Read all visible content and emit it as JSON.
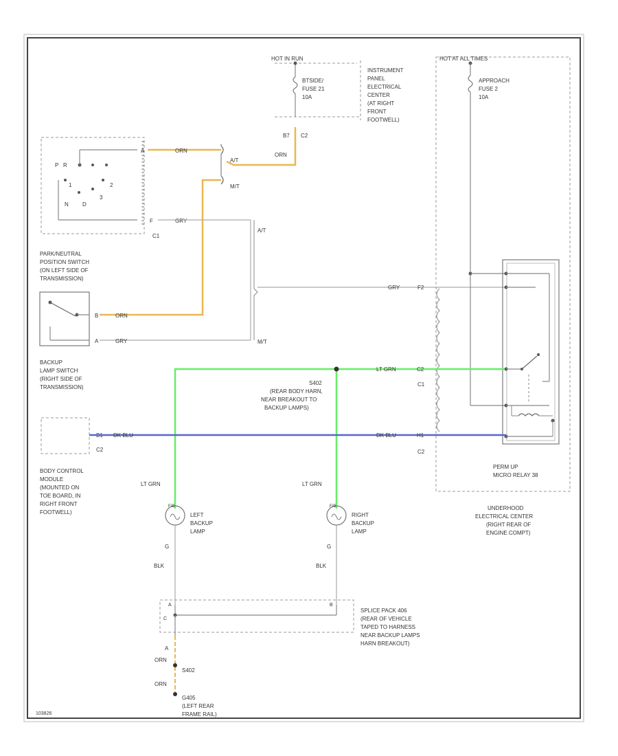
{
  "colors": {
    "wire": "#888888",
    "frame": "#444444",
    "orange": "#e8b850",
    "light_green": "#66ee66",
    "dark_blue": "#5566cc"
  },
  "top_left_source": {
    "header": "HOT IN RUN",
    "fuse_line1": "BTSIDE/",
    "fuse_line2": "FUSE 21",
    "fuse_line3": "10A",
    "pin": "B7",
    "conn": "C2",
    "wire": "ORN"
  },
  "ip_center": [
    "INSTRUMENT",
    "PANEL",
    "ELECTRICAL",
    "CENTER",
    "(AT RIGHT",
    "FRONT",
    "FOOTWELL)"
  ],
  "top_right_source": {
    "header": "HOT AT ALL TIMES",
    "fuse_line1": "APPROACH",
    "fuse_line2": "FUSE 2",
    "fuse_line3": "10A"
  },
  "pnp_switch": {
    "letters": [
      "P",
      "R",
      "N",
      "D",
      "3",
      "2",
      "1"
    ],
    "pin_top": "A",
    "pin_bot": "F",
    "wire_top": "ORN",
    "wire_bot": "GRY",
    "conn": "C1",
    "label": [
      "PARK/NEUTRAL",
      "POSITION SWITCH",
      "(ON LEFT SIDE OF",
      "TRANSMISSION)"
    ]
  },
  "trans_split": {
    "at": "A/T",
    "mt": "M/T"
  },
  "backup_switch": {
    "pin_top": "B",
    "pin_bot": "A",
    "wire_top": "ORN",
    "wire_bot": "GRY",
    "label": [
      "BACKUP",
      "LAMP SWITCH",
      "(RIGHT SIDE OF",
      "TRANSMISSION)"
    ]
  },
  "gry_wire": {
    "wire": "GRY",
    "pin": "F2"
  },
  "lt_grn_wire": {
    "wire": "LT GRN",
    "pin": "C2",
    "conn": "C1"
  },
  "splice_s402": {
    "id": "S402",
    "label": [
      "(REAR BODY HARN,",
      "NEAR BREAKOUT TO",
      "BACKUP LAMPS)"
    ]
  },
  "bcm": {
    "pin": "B1",
    "conn": "C2",
    "label": [
      "BODY CONTROL",
      "MODULE",
      "(MOUNTED ON",
      "TOE BOARD, IN",
      "RIGHT FRONT",
      "FOOTWELL)"
    ]
  },
  "dk_blu_wire": {
    "wire_left": "DK BLU",
    "wire_right": "DK BLU",
    "pin": "H1",
    "conn": "C2"
  },
  "relay": {
    "label": [
      "PERM UP",
      "MICRO RELAY 38"
    ]
  },
  "underhood": [
    "UNDERHOOD",
    "ELECTRICAL CENTER",
    "(RIGHT REAR OF",
    "ENGINE COMPT)"
  ],
  "left_lamp": {
    "wire_in": "LT GRN",
    "pin_in": "F/B",
    "pin_out": "G",
    "wire_out": "BLK",
    "label": [
      "LEFT",
      "BACKUP",
      "LAMP"
    ]
  },
  "right_lamp": {
    "wire_in": "LT GRN",
    "pin_in": "F/B",
    "pin_out": "G",
    "wire_out": "BLK",
    "label": [
      "RIGHT",
      "BACKUP",
      "LAMP"
    ]
  },
  "splice_pack": {
    "pin_a": "A",
    "pin_b": "B",
    "pin_c": "C",
    "label": [
      "SPLICE PACK 406",
      "(REAR OF VEHICLE",
      "TAPED TO HARNESS",
      "NEAR BACKUP LAMPS",
      "HARN BREAKOUT)"
    ]
  },
  "ground": {
    "pin": "A",
    "wire1": "ORN",
    "splice": "S402",
    "wire2": "ORN",
    "id": "G405",
    "label": [
      "(LEFT REAR",
      "FRAME RAIL)"
    ]
  },
  "figure_id": "103826"
}
